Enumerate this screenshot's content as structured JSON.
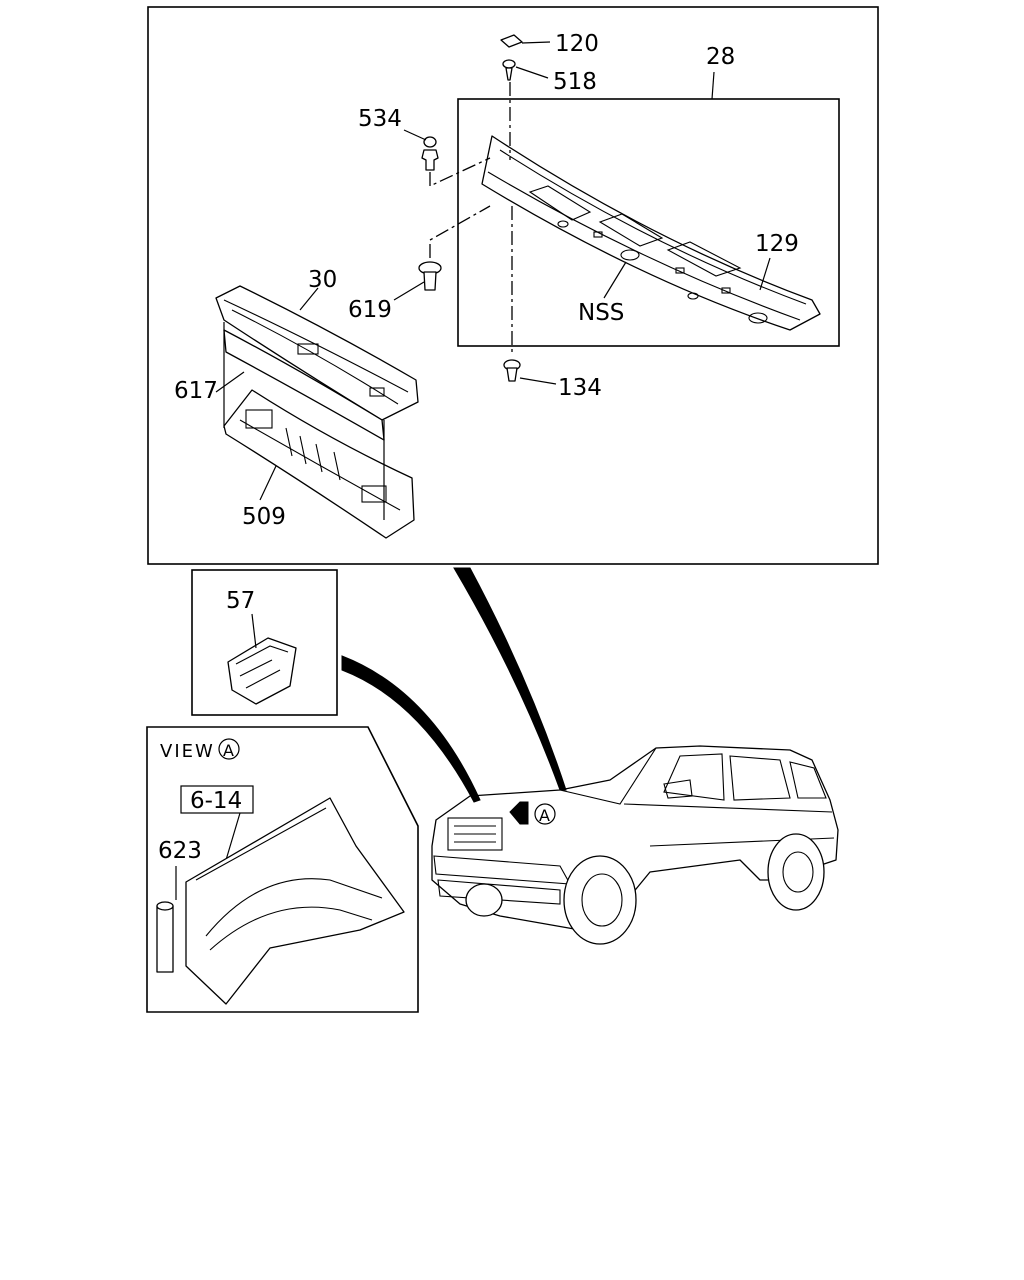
{
  "callouts": {
    "c120": "120",
    "c518": "518",
    "c28": "28",
    "c534": "534",
    "c129": "129",
    "c30": "30",
    "c619": "619",
    "nss": "NSS",
    "c617": "617",
    "c134": "134",
    "c509": "509",
    "c57": "57",
    "c623": "623",
    "ref_6_14": "6-14",
    "view_label": "VIEW",
    "view_letter": "A",
    "car_view_letter": "A"
  }
}
